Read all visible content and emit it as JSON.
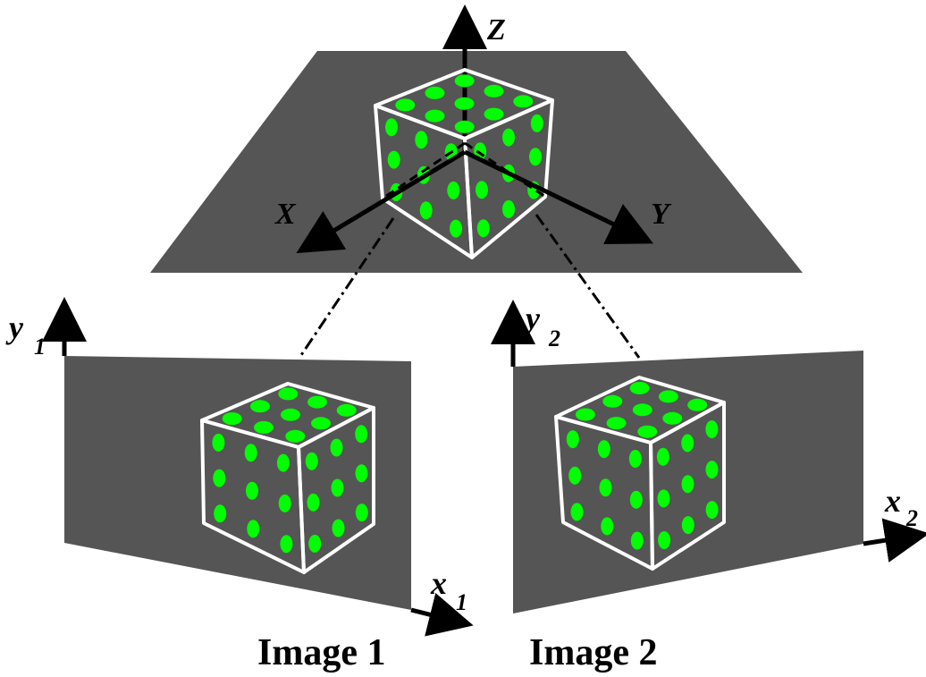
{
  "world": {
    "axis_z": "Z",
    "axis_x": "X",
    "axis_y": "Y"
  },
  "image1": {
    "axis_y_main": "y",
    "axis_y_sub": "1",
    "axis_x_main": "x",
    "axis_x_sub": "1",
    "caption": "Image 1"
  },
  "image2": {
    "axis_y_main": "y",
    "axis_y_sub": "2",
    "axis_x_main": "x",
    "axis_x_sub": "2",
    "caption": "Image 2"
  },
  "colors": {
    "plane": "#555555",
    "dot": "#00ff00",
    "edge": "#ffffff",
    "ink": "#000000"
  }
}
